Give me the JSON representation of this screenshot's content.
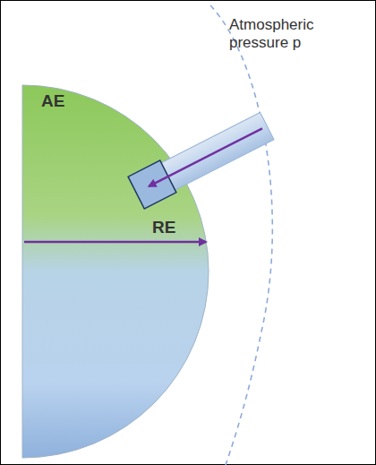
{
  "diagram": {
    "labels": [
      "AE",
      "RE",
      "Atmospheric pressure p"
    ]
  }
}
